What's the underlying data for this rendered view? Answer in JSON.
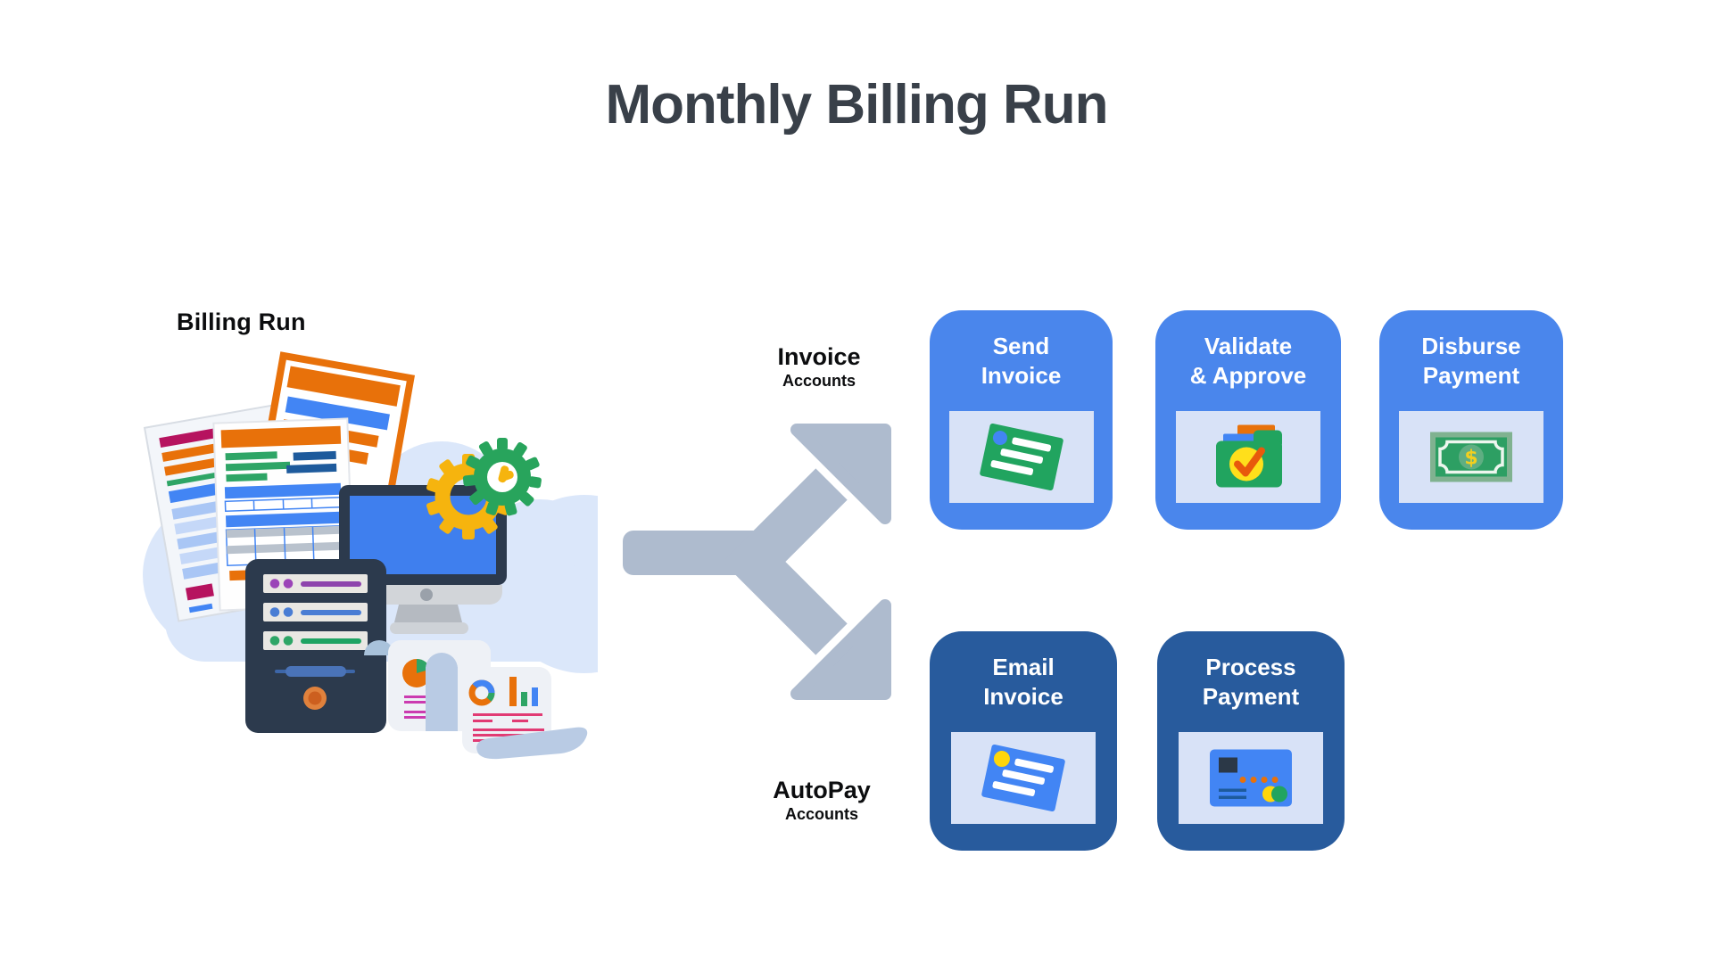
{
  "title": "Monthly Billing Run",
  "source": {
    "label": "Billing Run",
    "illustration": "billing-documents-computer-gears-server-cloud-receipt"
  },
  "branches": [
    {
      "label": "Invoice",
      "sublabel": "Accounts",
      "cards": [
        {
          "line1": "Send",
          "line2": "Invoice",
          "icon": "green-invoice-icon"
        },
        {
          "line1": "Validate",
          "line2": "& Approve",
          "icon": "folder-checkmark-icon"
        },
        {
          "line1": "Disburse",
          "line2": "Payment",
          "icon": "banknote-dollar-icon"
        }
      ]
    },
    {
      "label": "AutoPay",
      "sublabel": "Accounts",
      "cards": [
        {
          "line1": "Email",
          "line2": "Invoice",
          "icon": "blue-invoice-icon"
        },
        {
          "line1": "Process",
          "line2": "Payment",
          "icon": "credit-card-icon"
        }
      ]
    }
  ],
  "colors": {
    "title_text": "#394049",
    "label_text": "#0c0d0f",
    "branch_card_blue": "#4a86ec",
    "branch_card_dark_blue": "#285b9d",
    "icon_panel_blue": "#d8e2f7",
    "card_text": "#ffffff",
    "arrow_gray": "#aebbce",
    "accent_blue": "#4285f4",
    "accent_green": "#28a45c",
    "accent_orange": "#e8710a",
    "accent_yellow": "#f6b40e",
    "cloud_blue": "#dbe7fa",
    "navy": "#2c3a4d"
  }
}
